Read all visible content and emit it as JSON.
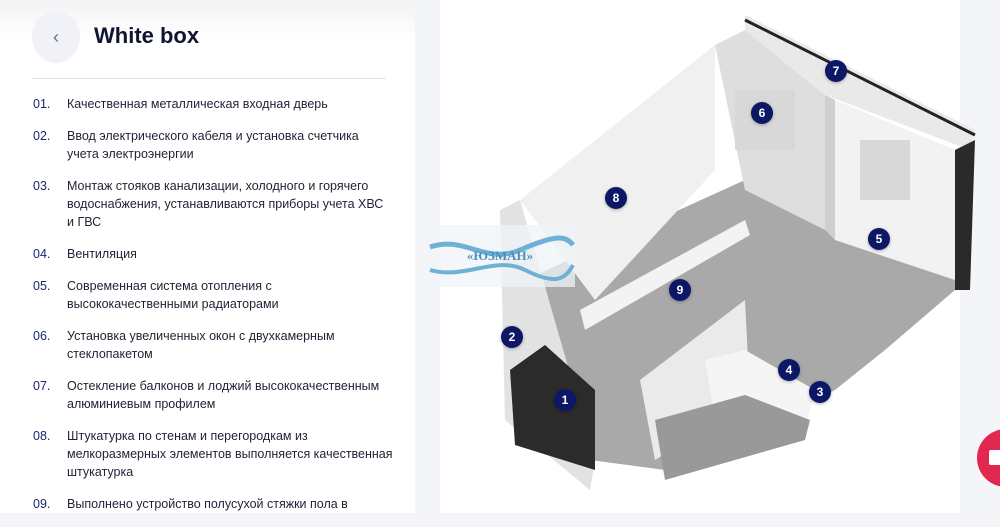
{
  "header": {
    "title": "White box",
    "back_icon": "chevron-left-icon"
  },
  "features": [
    {
      "num": "01.",
      "text": "Качественная металлическая входная дверь"
    },
    {
      "num": "02.",
      "text": "Ввод электрического кабеля и установка счетчика учета электроэнергии"
    },
    {
      "num": "03.",
      "text": "Монтаж стояков канализации, холодного и горячего водоснабжения, устанавливаются приборы учета ХВС и ГВС"
    },
    {
      "num": "04.",
      "text": "Вентиляция"
    },
    {
      "num": "05.",
      "text": "Современная система отопления с высококачественными радиаторами"
    },
    {
      "num": "06.",
      "text": "Установка увеличенных окон с двухкамерным стеклопакетом"
    },
    {
      "num": "07.",
      "text": "Остекление балконов и лоджий высококачественным алюминиевым профилем"
    },
    {
      "num": "08.",
      "text": "Штукатурка по стенам и перегородкам из мелкоразмерных элементов выполняется качественная штукатурка"
    },
    {
      "num": "09.",
      "text": "Выполнено устройство полусухой стяжки пола в"
    }
  ],
  "markers": [
    "1",
    "2",
    "3",
    "4",
    "5",
    "6",
    "7",
    "8",
    "9"
  ],
  "watermark": "«ЮЗМАН»",
  "colors": {
    "accent": "#0c1765",
    "mail_button": "#e3284f"
  },
  "mail_icon": "envelope-icon"
}
